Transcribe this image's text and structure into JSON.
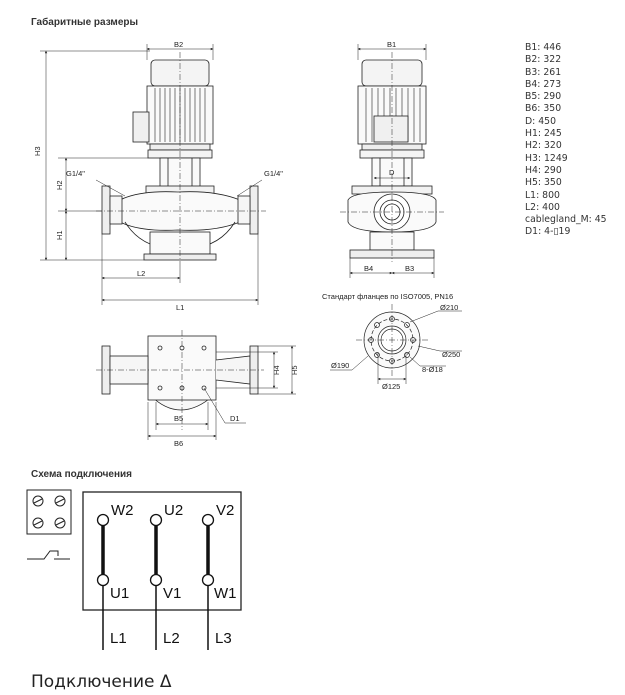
{
  "section_titles": {
    "dimensions": "Габаритные размеры",
    "wiring": "Схема подключения"
  },
  "dimension_list": [
    "B1: 446",
    "B2: 322",
    "B3: 261",
    "B4: 273",
    "B5: 290",
    "B6: 350",
    "D: 450",
    "H1: 245",
    "H2: 320",
    "H3: 1249",
    "H4: 290",
    "H5: 350",
    "L1: 800",
    "L2: 400",
    "cablegland_M: 45",
    "D1: 4-▯19"
  ],
  "drawing_labels": {
    "b2": "B2",
    "b1": "B1",
    "h3": "H3",
    "h2": "H2",
    "h1": "H1",
    "l1": "L1",
    "l2": "L2",
    "b3": "B3",
    "b4": "B4",
    "d": "D",
    "thread_left": "G1/4\"",
    "thread_right": "G1/4\"",
    "h4": "H4",
    "h5": "H5",
    "b5": "B5",
    "b6": "B6",
    "d1": "D1"
  },
  "flange": {
    "title": "Стандарт фланцев по ISO7005, PN16",
    "d_outer": "Ø210",
    "d_flange": "Ø250",
    "d_bolt": "Ø190",
    "d_bore": "Ø125",
    "holes": "8-Ø18"
  },
  "wiring": {
    "top_terminals": [
      "W2",
      "U2",
      "V2"
    ],
    "bottom_terminals": [
      "U1",
      "V1",
      "W1"
    ],
    "lines": [
      "L1",
      "L2",
      "L3"
    ],
    "caption": "Подключение Δ"
  }
}
